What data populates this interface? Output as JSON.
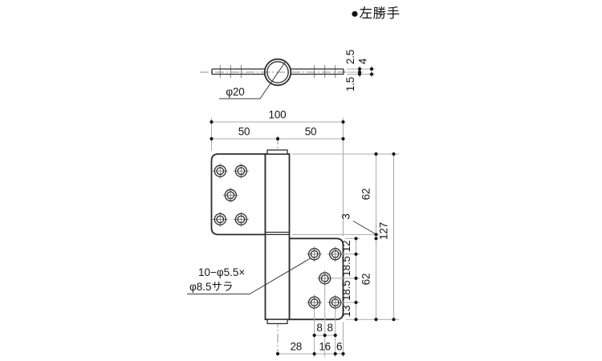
{
  "title": {
    "handedness": "●左勝手"
  },
  "colors": {
    "ink": "#2d2d2d",
    "dim_line": "#ababab",
    "background": "#ffffff"
  },
  "top_view": {
    "knuckle_diameter": "φ20",
    "dims": {
      "above_center": "2.5",
      "thickness": "4",
      "below_center": "1.5"
    }
  },
  "front_view": {
    "dims": {
      "overall_width": "100",
      "left_leaf_width": "50",
      "right_leaf_width": "50",
      "upper_leaf_height": "62",
      "lower_leaf_height": "62",
      "leaf_gap": "3",
      "overall_height": "127",
      "hole_row_top": "12",
      "hole_row_pitch1": "18.5",
      "hole_row_pitch2": "18.5",
      "hole_row_bottom": "13",
      "hole_col_pitch1": "8",
      "hole_col_pitch2": "8",
      "center_to_hole_col": "28",
      "hole_col_span": "16",
      "hole_col_to_edge": "6"
    },
    "hole_note": {
      "line1": "10−φ5.5×",
      "line2": "φ8.5サラ"
    }
  }
}
